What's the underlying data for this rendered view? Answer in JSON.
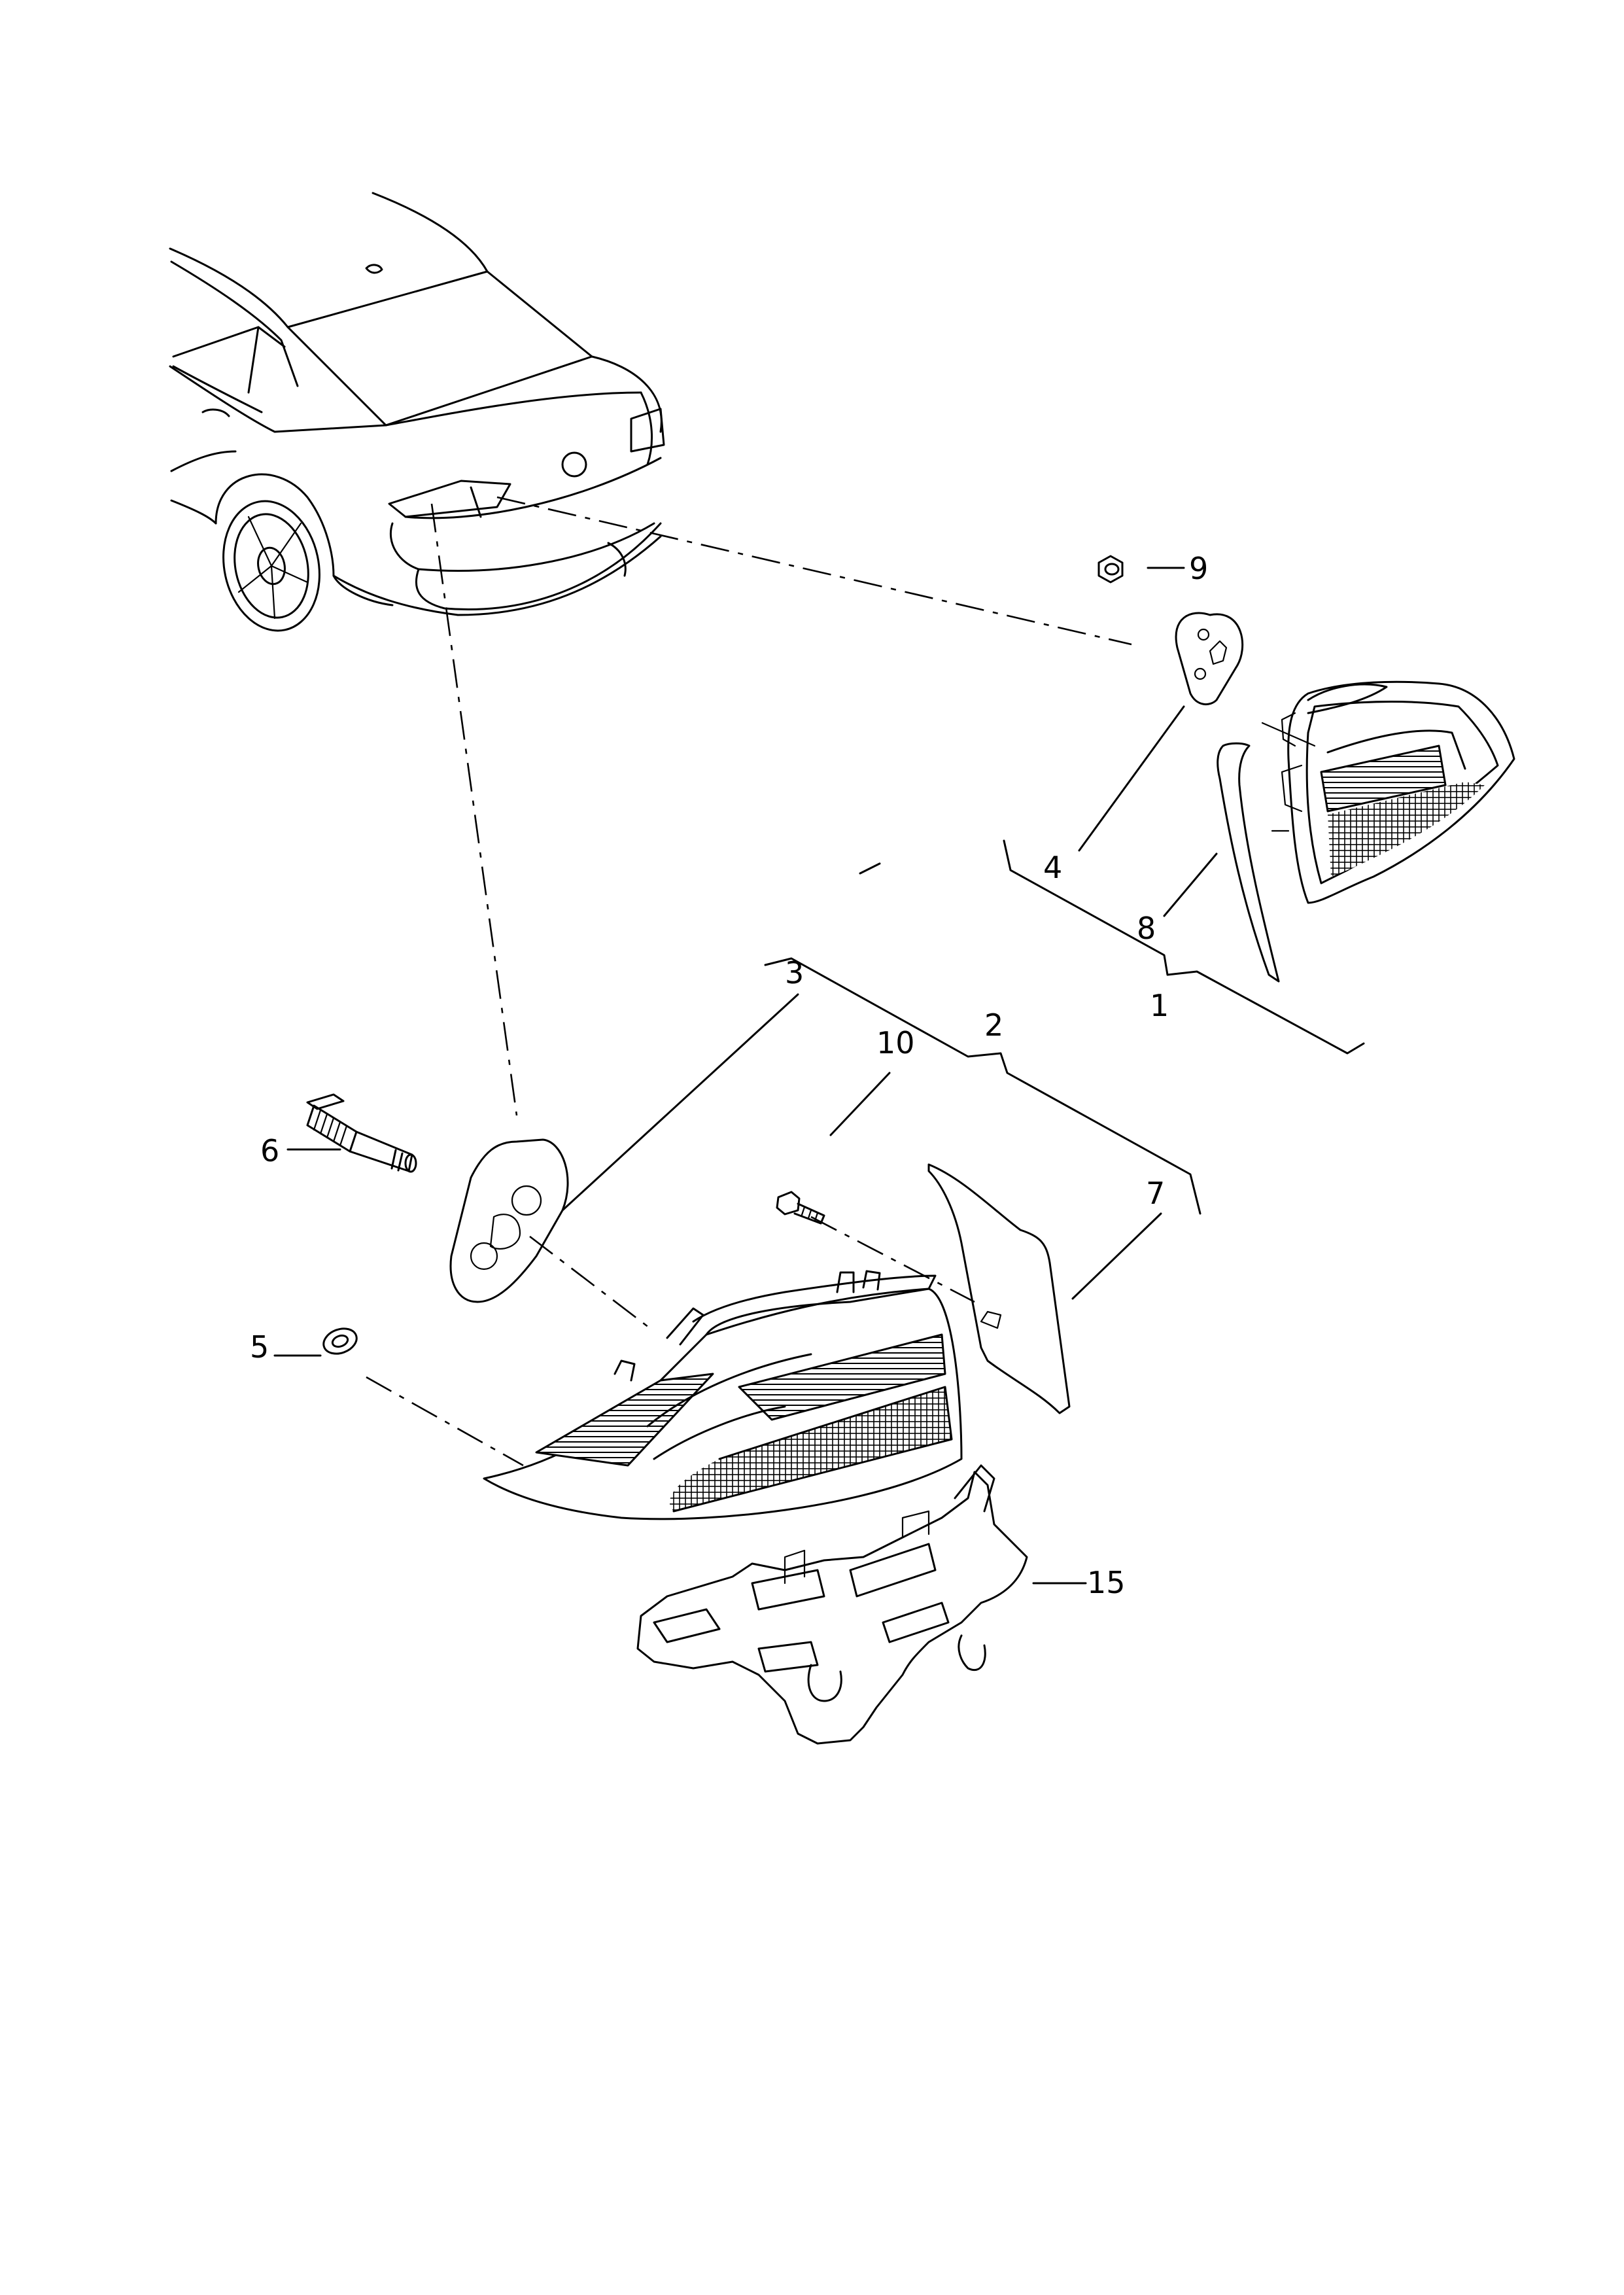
{
  "callouts": {
    "c1": "1",
    "c2": "2",
    "c3": "3",
    "c4": "4",
    "c5": "5",
    "c6": "6",
    "c7": "7",
    "c8": "8",
    "c9": "9",
    "c10": "10",
    "c15": "15"
  }
}
